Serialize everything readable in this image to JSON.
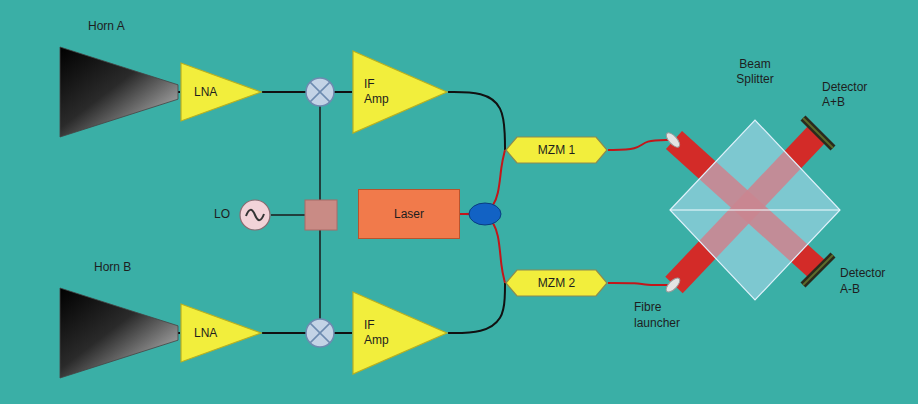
{
  "diagram": {
    "nodes": [
      {
        "text": [
          "Horn A"
        ]
      },
      {
        "text": [
          "LNA"
        ]
      },
      {
        "text": [
          "IF Amp"
        ]
      },
      {
        "text": [
          "MZM 1"
        ]
      },
      {
        "text": [
          "LO"
        ]
      },
      {
        "text": [
          "Laser"
        ]
      },
      {
        "text": [
          "MZM 2"
        ]
      },
      {
        "text": [
          "Horn B"
        ]
      },
      {
        "text": [
          "LNA"
        ]
      },
      {
        "text": [
          "IF Amp"
        ]
      },
      {
        "text": [
          "Beam Splitter"
        ]
      },
      {
        "text": [
          "Detector A+B"
        ]
      },
      {
        "text": [
          "Detector A-B"
        ]
      }
    ],
    "edges": [
      {
        "from": 0,
        "to": 1,
        "arrow": "none"
      },
      {
        "from": 1,
        "to": 2,
        "arrow": "none"
      },
      {
        "from": 2,
        "to": 3,
        "arrow": "none"
      },
      {
        "from": 5,
        "to": 3,
        "arrow": "none"
      },
      {
        "from": 5,
        "to": 6,
        "arrow": "none"
      },
      {
        "from": 7,
        "to": 8,
        "arrow": "none"
      },
      {
        "from": 8,
        "to": 9,
        "arrow": "none"
      },
      {
        "from": 9,
        "to": 6,
        "arrow": "none"
      },
      {
        "from": 3,
        "to": 10,
        "arrow": "none"
      },
      {
        "from": 6,
        "to": 10,
        "arrow": "none"
      }
    ],
    "labels": [
      "Fibre launcher"
    ]
  }
}
